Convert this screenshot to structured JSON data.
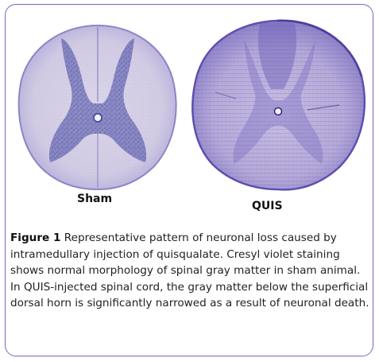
{
  "figure": {
    "panels": [
      {
        "label": "Sham"
      },
      {
        "label": "QUIS"
      }
    ],
    "caption": {
      "number": "Figure 1",
      "text": "Representative pattern of neuronal loss caused by intramedullary injection of quisqualate. Cresyl violet staining shows normal morphology of spinal gray matter in sham animal. In QUIS-injected spinal cord, the gray matter below the superficial dorsal horn is significantly narrowed as a result of neuronal death."
    },
    "colors": {
      "border": "#6e6cc4",
      "stain_light": "#d9d6ec",
      "stain_dark": "#3c3f9a"
    }
  }
}
